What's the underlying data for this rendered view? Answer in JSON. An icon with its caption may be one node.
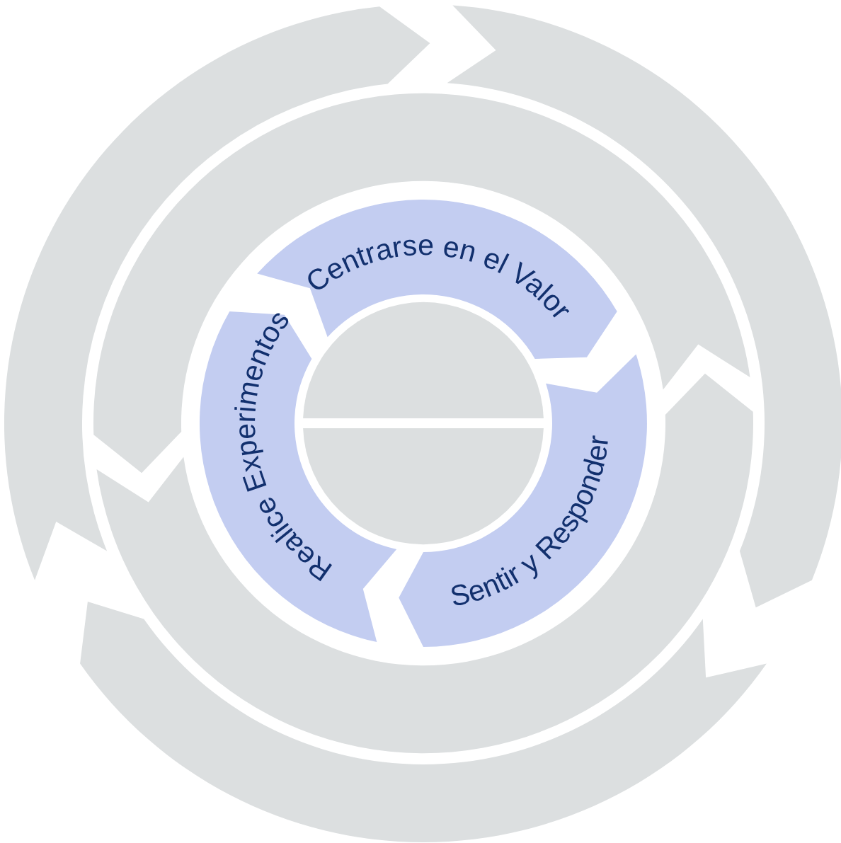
{
  "diagram": {
    "nodes": [
      {
        "text": [
          "Centrarse en el Valor"
        ]
      },
      {
        "text": [
          "Sentir y Responder"
        ]
      },
      {
        "text": [
          "Realice Experimentos"
        ]
      },
      {
        "text": [],
        "shape": "arc"
      },
      {
        "text": [],
        "shape": "arc"
      },
      {
        "text": [],
        "shape": "arc"
      },
      {
        "text": [],
        "shape": "arc"
      },
      {
        "text": [],
        "shape": "arc"
      },
      {
        "text": [],
        "shape": "semicircle"
      },
      {
        "text": [],
        "shape": "semicircle"
      }
    ]
  }
}
